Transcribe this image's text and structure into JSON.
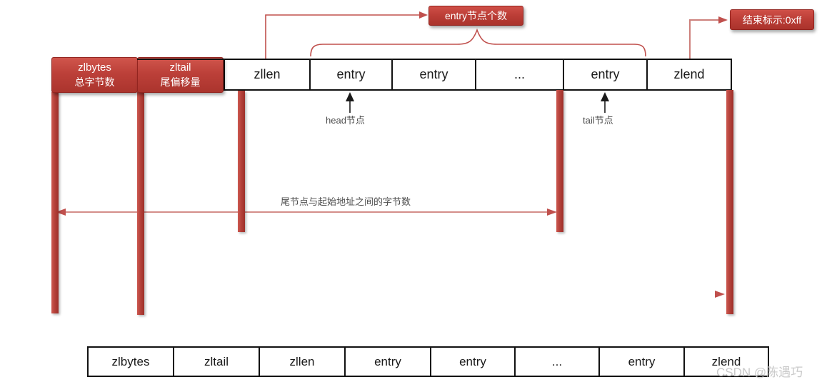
{
  "colors": {
    "accent_red": "#bb4038",
    "line_red": "#c0504d",
    "bar_red": "#b5423b",
    "box_border": "#111111",
    "annotation_gray": "#4d4d4d",
    "watermark_gray": "#c9c9c9"
  },
  "top_row": {
    "cells": [
      {
        "label": "zlbytes",
        "sublabel": "总字节数"
      },
      {
        "label": "zltail",
        "sublabel": "尾偏移量"
      },
      {
        "label": "zllen"
      },
      {
        "label": "entry"
      },
      {
        "label": "entry"
      },
      {
        "label": "..."
      },
      {
        "label": "entry"
      },
      {
        "label": "zlend"
      }
    ]
  },
  "callouts": {
    "entry_count": "entry节点个数",
    "end_marker": "结束标示:0xff"
  },
  "annotations": {
    "head_node": "head节点",
    "tail_node": "tail节点",
    "tail_offset": "尾节点与起始地址之间的字节数"
  },
  "bottom_row": {
    "cells": [
      "zlbytes",
      "zltail",
      "zllen",
      "entry",
      "entry",
      "...",
      "entry",
      "zlend"
    ]
  },
  "watermark": {
    "text": "CSDN @陈遇巧"
  }
}
